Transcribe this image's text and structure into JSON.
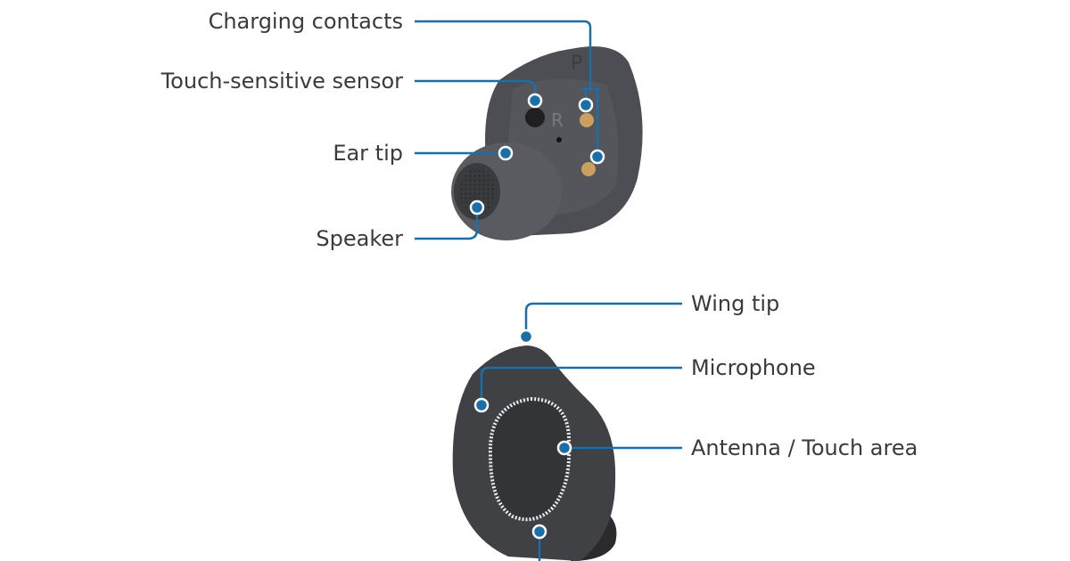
{
  "colors": {
    "leader": "#1a6fa8",
    "body": "#4a4b50",
    "contacts": "#c9a060",
    "text": "#3a3a3a"
  },
  "top_earbud": {
    "side_mark": "R",
    "wing_mark": "P",
    "labels": [
      "Charging contacts",
      "Touch-sensitive sensor",
      "Ear tip",
      "Speaker"
    ]
  },
  "bottom_earbud": {
    "labels": [
      "Wing tip",
      "Microphone",
      "Antenna / Touch area"
    ]
  }
}
